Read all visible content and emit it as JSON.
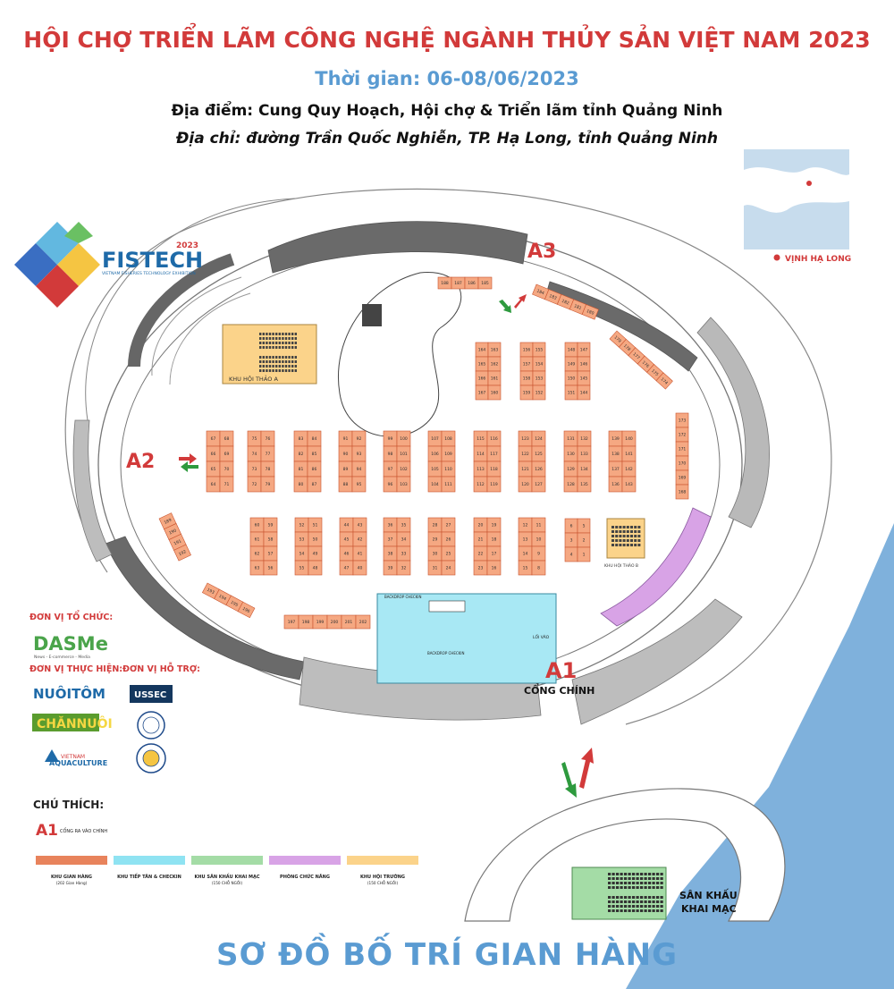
{
  "header": {
    "title": "HỘI CHỢ TRIỂN LÃM CÔNG NGHỆ NGÀNH THỦY SẢN VIỆT NAM 2023",
    "time": "Thời gian: 06-08/06/2023",
    "place": "Địa điểm: Cung Quy Hoạch, Hội chợ & Triển lãm tỉnh Quảng Ninh",
    "address": "Địa chỉ: đường Trần Quốc Nghiễn,  TP. Hạ Long, tỉnh Quảng Ninh"
  },
  "logo": {
    "name": "FISTECH",
    "year": "2023",
    "tagline": "VIETNAM FISHERIES TECHNOLOGY EXHIBITION"
  },
  "map_inset": {
    "label": "VỊNH HẠ LONG"
  },
  "gates": {
    "a1": "A1",
    "a1_name": "CỔNG CHÍNH",
    "a2": "A2",
    "a3": "A3",
    "entrance": "LỐI VÀO"
  },
  "areas": {
    "seminar_a": "KHU HỘI THẢO A",
    "seminar_b": "KHU HỘI THẢO B",
    "stage": "SÂN KHẤU",
    "stage2": "KHAI MẠC",
    "backdrop1": "BACKDROP CHECKIN",
    "backdrop2": "BACKDROP CHECKIN"
  },
  "organizers": {
    "org_title": "ĐƠN VỊ TỔ CHỨC:",
    "org1": "DASMe",
    "org1_sub": "News - E-commerce - Media",
    "impl_title": "ĐƠN VỊ THỰC HIỆN:",
    "impl1": "NUÔITÔM",
    "impl2": "CHĂNNUÔI",
    "impl3": "VIETNAM",
    "impl3b": "AQUACULTURE",
    "support_title": "ĐƠN VỊ HỖ TRỢ:",
    "support1": "USSEC"
  },
  "legend": {
    "title": "CHÚ THÍCH:",
    "gate_code": "A1",
    "gate_label": "CỔNG RA VÀO CHÍNH",
    "items": [
      {
        "label": "KHU GIAN HÀNG",
        "sub": "(202 Gian Hàng)",
        "color": "#e8835c"
      },
      {
        "label": "KHU TIẾP TÂN & CHECKIN",
        "sub": "",
        "color": "#8fe3f2"
      },
      {
        "label": "KHU SÂN KHẤU KHAI MẠC",
        "sub": "(150 CHỖ NGỒI)",
        "color": "#a4dca6"
      },
      {
        "label": "PHÒNG CHỨC NĂNG",
        "sub": "",
        "color": "#d8a3e6"
      },
      {
        "label": "KHU HỘI TRƯỜNG",
        "sub": "(150 CHỖ NGỒI)",
        "color": "#fbd38a"
      }
    ]
  },
  "colors": {
    "booth": "#f5a882",
    "booth_stroke": "#c9542f",
    "title": "#d23a3a",
    "accent_blue": "#5a9bd2",
    "sea": "#7fb1dc",
    "reception": "#a8e8f4",
    "function_room": "#d8a3e6",
    "seminar": "#fbd38a",
    "stage": "#a4dca6"
  },
  "footer": "SƠ ĐỒ BỐ TRÍ GIAN HÀNG",
  "booth_blocks": [
    {
      "id": "b-top-arc",
      "nums": [
        "188",
        "187",
        "186",
        "185"
      ]
    },
    {
      "id": "b-a3-1",
      "nums": [
        "184",
        "183",
        "182",
        "181",
        "180"
      ]
    },
    {
      "id": "b-a3-2",
      "nums": [
        "179",
        "178",
        "177",
        "176",
        "175",
        "174"
      ]
    },
    {
      "id": "b-right",
      "nums": [
        "173",
        "172",
        "171",
        "170",
        "169",
        "168"
      ]
    },
    {
      "id": "b-upper-1",
      "nums": [
        "164",
        "163",
        "165",
        "162",
        "166",
        "161",
        "167",
        "160"
      ]
    },
    {
      "id": "b-upper-2",
      "nums": [
        "156",
        "155",
        "157",
        "154",
        "158",
        "153",
        "159",
        "152"
      ]
    },
    {
      "id": "b-upper-3",
      "nums": [
        "148",
        "147",
        "149",
        "146",
        "150",
        "145",
        "151",
        "144"
      ]
    },
    {
      "id": "r1-1",
      "nums": [
        "67",
        "68",
        "66",
        "69",
        "65",
        "70",
        "64",
        "71"
      ]
    },
    {
      "id": "r1-2",
      "nums": [
        "75",
        "76",
        "74",
        "77",
        "73",
        "78",
        "72",
        "79"
      ]
    },
    {
      "id": "r1-3",
      "nums": [
        "83",
        "84",
        "82",
        "85",
        "81",
        "86",
        "80",
        "87"
      ]
    },
    {
      "id": "r1-4",
      "nums": [
        "91",
        "92",
        "90",
        "93",
        "89",
        "94",
        "88",
        "95"
      ]
    },
    {
      "id": "r1-5",
      "nums": [
        "99",
        "100",
        "98",
        "101",
        "97",
        "102",
        "96",
        "103"
      ]
    },
    {
      "id": "r1-6",
      "nums": [
        "107",
        "108",
        "106",
        "109",
        "105",
        "110",
        "104",
        "111"
      ]
    },
    {
      "id": "r1-7",
      "nums": [
        "115",
        "116",
        "114",
        "117",
        "113",
        "118",
        "112",
        "119"
      ]
    },
    {
      "id": "r1-8",
      "nums": [
        "123",
        "124",
        "122",
        "125",
        "121",
        "126",
        "120",
        "127"
      ]
    },
    {
      "id": "r1-9",
      "nums": [
        "131",
        "132",
        "130",
        "133",
        "129",
        "134",
        "128",
        "135"
      ]
    },
    {
      "id": "r1-10",
      "nums": [
        "139",
        "140",
        "138",
        "141",
        "137",
        "142",
        "136",
        "143"
      ]
    },
    {
      "id": "r2-1",
      "nums": [
        "60",
        "59",
        "61",
        "58",
        "62",
        "57",
        "63",
        "56"
      ]
    },
    {
      "id": "r2-2",
      "nums": [
        "52",
        "51",
        "53",
        "50",
        "54",
        "49",
        "55",
        "48"
      ]
    },
    {
      "id": "r2-3",
      "nums": [
        "44",
        "43",
        "45",
        "42",
        "46",
        "41",
        "47",
        "40"
      ]
    },
    {
      "id": "r2-4",
      "nums": [
        "36",
        "35",
        "37",
        "34",
        "38",
        "33",
        "39",
        "32"
      ]
    },
    {
      "id": "r2-5",
      "nums": [
        "28",
        "27",
        "29",
        "26",
        "30",
        "25",
        "31",
        "24"
      ]
    },
    {
      "id": "r2-6",
      "nums": [
        "20",
        "19",
        "21",
        "18",
        "22",
        "17",
        "23",
        "16"
      ]
    },
    {
      "id": "r2-7",
      "nums": [
        "12",
        "11",
        "13",
        "10",
        "14",
        "9",
        "15",
        "8"
      ]
    },
    {
      "id": "r2-8",
      "nums": [
        "6",
        "5",
        "3",
        "2",
        "4",
        "1"
      ]
    },
    {
      "id": "b-left-1",
      "nums": [
        "189",
        "190",
        "191",
        "192"
      ]
    },
    {
      "id": "b-left-2",
      "nums": [
        "193",
        "194",
        "195",
        "196"
      ]
    },
    {
      "id": "b-bottom",
      "nums": [
        "197",
        "198",
        "199",
        "200",
        "201",
        "202"
      ]
    }
  ]
}
